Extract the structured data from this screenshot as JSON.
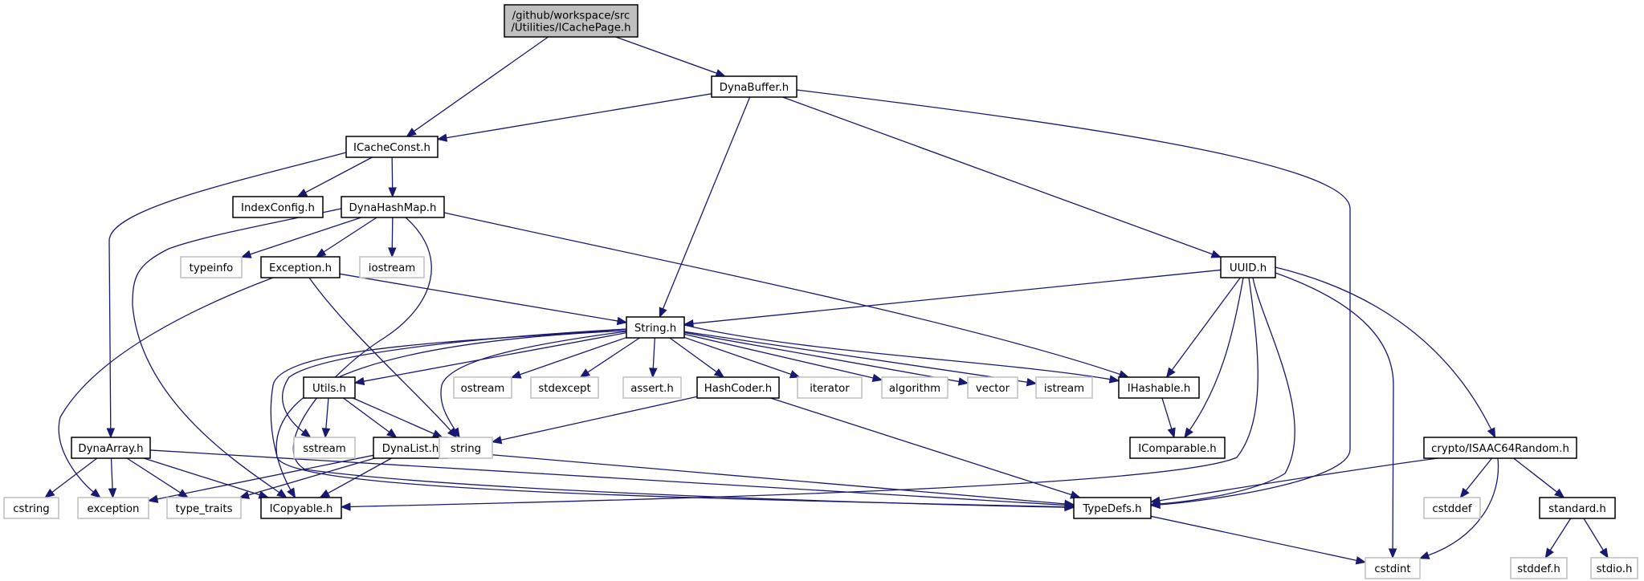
{
  "title": "Include dependency graph for ICachePage.h",
  "colors": {
    "edge": "#191970",
    "root_fill": "#bfbfbf",
    "local_border": "#000000",
    "system_border": "#bfbfbf"
  },
  "nodes": {
    "root": {
      "lines": [
        "/github/workspace/src",
        "/Utilities/ICachePage.h"
      ],
      "kind": "root"
    },
    "DynaBuffer": {
      "lines": [
        "DynaBuffer.h"
      ],
      "kind": "local"
    },
    "ICacheConst": {
      "lines": [
        "ICacheConst.h"
      ],
      "kind": "local"
    },
    "IndexConfig": {
      "lines": [
        "IndexConfig.h"
      ],
      "kind": "local"
    },
    "DynaHashMap": {
      "lines": [
        "DynaHashMap.h"
      ],
      "kind": "local"
    },
    "typeinfo": {
      "lines": [
        "typeinfo"
      ],
      "kind": "system"
    },
    "Exception": {
      "lines": [
        "Exception.h"
      ],
      "kind": "local"
    },
    "iostream": {
      "lines": [
        "iostream"
      ],
      "kind": "system"
    },
    "UUID": {
      "lines": [
        "UUID.h"
      ],
      "kind": "local"
    },
    "String": {
      "lines": [
        "String.h"
      ],
      "kind": "local"
    },
    "Utils": {
      "lines": [
        "Utils.h"
      ],
      "kind": "local"
    },
    "ostream": {
      "lines": [
        "ostream"
      ],
      "kind": "system"
    },
    "stdexcept": {
      "lines": [
        "stdexcept"
      ],
      "kind": "system"
    },
    "assert": {
      "lines": [
        "assert.h"
      ],
      "kind": "system"
    },
    "HashCoder": {
      "lines": [
        "HashCoder.h"
      ],
      "kind": "local"
    },
    "iterator": {
      "lines": [
        "iterator"
      ],
      "kind": "system"
    },
    "algorithm": {
      "lines": [
        "algorithm"
      ],
      "kind": "system"
    },
    "vector": {
      "lines": [
        "vector"
      ],
      "kind": "system"
    },
    "istream": {
      "lines": [
        "istream"
      ],
      "kind": "system"
    },
    "IHashable": {
      "lines": [
        "IHashable.h"
      ],
      "kind": "local"
    },
    "sstream": {
      "lines": [
        "sstream"
      ],
      "kind": "system"
    },
    "DynaList": {
      "lines": [
        "DynaList.h"
      ],
      "kind": "local"
    },
    "string": {
      "lines": [
        "string"
      ],
      "kind": "system"
    },
    "IComparable": {
      "lines": [
        "IComparable.h"
      ],
      "kind": "local"
    },
    "DynaArray": {
      "lines": [
        "DynaArray.h"
      ],
      "kind": "local"
    },
    "ISAAC": {
      "lines": [
        "crypto/ISAAC64Random.h"
      ],
      "kind": "local"
    },
    "cstring": {
      "lines": [
        "cstring"
      ],
      "kind": "system"
    },
    "exception": {
      "lines": [
        "exception"
      ],
      "kind": "system"
    },
    "type_traits": {
      "lines": [
        "type_traits"
      ],
      "kind": "system"
    },
    "ICopyable": {
      "lines": [
        "ICopyable.h"
      ],
      "kind": "local"
    },
    "TypeDefs": {
      "lines": [
        "TypeDefs.h"
      ],
      "kind": "local"
    },
    "cstddef": {
      "lines": [
        "cstddef"
      ],
      "kind": "system"
    },
    "standard": {
      "lines": [
        "standard.h"
      ],
      "kind": "local"
    },
    "cstdint": {
      "lines": [
        "cstdint"
      ],
      "kind": "system"
    },
    "stddef": {
      "lines": [
        "stddef.h"
      ],
      "kind": "system"
    },
    "stdio": {
      "lines": [
        "stdio.h"
      ],
      "kind": "system"
    }
  },
  "edges": [
    [
      "root",
      "ICacheConst"
    ],
    [
      "root",
      "DynaBuffer"
    ],
    [
      "DynaBuffer",
      "ICacheConst"
    ],
    [
      "DynaBuffer",
      "String"
    ],
    [
      "DynaBuffer",
      "UUID"
    ],
    [
      "DynaBuffer",
      "TypeDefs"
    ],
    [
      "ICacheConst",
      "IndexConfig"
    ],
    [
      "ICacheConst",
      "DynaHashMap"
    ],
    [
      "ICacheConst",
      "DynaArray"
    ],
    [
      "DynaHashMap",
      "typeinfo"
    ],
    [
      "DynaHashMap",
      "Exception"
    ],
    [
      "DynaHashMap",
      "iostream"
    ],
    [
      "DynaHashMap",
      "IHashable"
    ],
    [
      "DynaHashMap",
      "ICopyable"
    ],
    [
      "DynaHashMap",
      "TypeDefs"
    ],
    [
      "Exception",
      "String"
    ],
    [
      "Exception",
      "exception"
    ],
    [
      "Exception",
      "string"
    ],
    [
      "UUID",
      "String"
    ],
    [
      "UUID",
      "IHashable"
    ],
    [
      "UUID",
      "IComparable"
    ],
    [
      "UUID",
      "ICopyable"
    ],
    [
      "UUID",
      "TypeDefs"
    ],
    [
      "UUID",
      "cstdint"
    ],
    [
      "UUID",
      "ISAAC"
    ],
    [
      "String",
      "Utils"
    ],
    [
      "String",
      "ostream"
    ],
    [
      "String",
      "stdexcept"
    ],
    [
      "String",
      "assert"
    ],
    [
      "String",
      "HashCoder"
    ],
    [
      "String",
      "iterator"
    ],
    [
      "String",
      "algorithm"
    ],
    [
      "String",
      "vector"
    ],
    [
      "String",
      "istream"
    ],
    [
      "String",
      "IHashable"
    ],
    [
      "String",
      "sstream"
    ],
    [
      "String",
      "string"
    ],
    [
      "String",
      "ICopyable"
    ],
    [
      "String",
      "TypeDefs"
    ],
    [
      "Utils",
      "sstream"
    ],
    [
      "Utils",
      "DynaList"
    ],
    [
      "Utils",
      "string"
    ],
    [
      "HashCoder",
      "string"
    ],
    [
      "HashCoder",
      "TypeDefs"
    ],
    [
      "IHashable",
      "IComparable"
    ],
    [
      "DynaList",
      "exception"
    ],
    [
      "DynaList",
      "type_traits"
    ],
    [
      "DynaList",
      "ICopyable"
    ],
    [
      "DynaList",
      "TypeDefs"
    ],
    [
      "DynaArray",
      "cstring"
    ],
    [
      "DynaArray",
      "exception"
    ],
    [
      "DynaArray",
      "type_traits"
    ],
    [
      "DynaArray",
      "ICopyable"
    ],
    [
      "DynaArray",
      "TypeDefs"
    ],
    [
      "ISAAC",
      "TypeDefs"
    ],
    [
      "ISAAC",
      "cstddef"
    ],
    [
      "ISAAC",
      "standard"
    ],
    [
      "ISAAC",
      "cstdint"
    ],
    [
      "TypeDefs",
      "cstdint"
    ],
    [
      "standard",
      "stddef"
    ],
    [
      "standard",
      "stdio"
    ]
  ]
}
